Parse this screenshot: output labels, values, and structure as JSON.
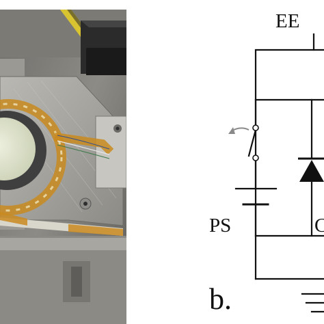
{
  "photo": {
    "description_icon": "photo-of-test-rig"
  },
  "circuit": {
    "label_ee": "EE",
    "label_ps": "PS",
    "label_c": "C",
    "panel_label": "b."
  },
  "colors": {
    "wire": "#111111",
    "switch_arrow": "#8a8a8a",
    "metal": "#8f8e8a",
    "glass": "#dfe4cf",
    "gasket": "#444444",
    "tape": "#c98a1e",
    "yellow_stripe": "#d8c431"
  }
}
